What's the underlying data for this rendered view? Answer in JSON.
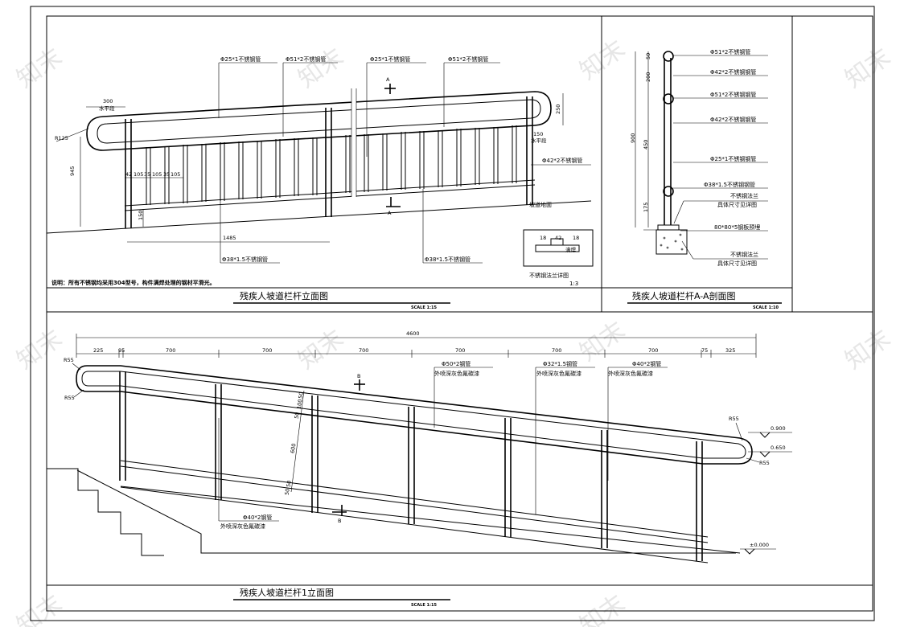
{
  "panels": {
    "top_left": {
      "title": "残疾人坡道栏杆立面图",
      "scale": "SCALE 1:15",
      "labels": {
        "tube_25_a": "Φ25*1不锈钢管",
        "tube_51_a": "Φ51*2不锈钢管",
        "tube_25_b": "Φ25*1不锈钢管",
        "tube_51_b": "Φ51*2不锈钢管",
        "tube_42": "Φ42*2不锈钢管",
        "tube_38_a": "Φ38*1.5不锈钢管",
        "tube_38_b": "Φ38*1.5不锈钢管",
        "ramp_surface": "坡道地面",
        "section_a_top": "A",
        "section_a_bottom": "A"
      },
      "dims": {
        "d300": "300",
        "horizontal_note_a": "水平段",
        "horizontal_note_b": "水平段",
        "r125": "R125",
        "d945": "945",
        "d250": "250",
        "d150_a": "150",
        "d150_b": "150",
        "d1485": "1485",
        "spacing": [
          "42",
          "105",
          "35",
          "105",
          "35",
          "105"
        ]
      },
      "note": "说明：所有不锈钢均采用304型号，构件满焊处理的钢材平滑光。",
      "detail": {
        "label": "不锈钢法兰详图",
        "scale": "1:3",
        "d18": "18",
        "d42": "42",
        "d18b": "18",
        "weld": "满焊"
      }
    },
    "top_right": {
      "title": "残疾人坡道栏杆A-A剖面图",
      "scale": "SCALE 1:10",
      "labels": [
        "Φ51*2不锈钢管",
        "Φ42*2不锈钢钢管",
        "Φ51*2不锈钢钢管",
        "Φ42*2不锈钢钢管",
        "Φ25*1不锈钢钢管",
        "Φ38*1.5不锈钢钢管",
        "不锈钢法兰",
        "具体尺寸见详图",
        "80*80*5钢板预埋",
        "不锈钢法兰",
        "具体尺寸见详图"
      ],
      "dims": {
        "d50": "50",
        "d200": "200",
        "d900": "900",
        "d450": "450",
        "d175": "175"
      }
    },
    "bottom": {
      "title": "残疾人坡道栏杆1立面图",
      "scale": "SCALE 1:15",
      "total": "4600",
      "segments": [
        "225",
        "95",
        "700",
        "700",
        "700",
        "700",
        "700",
        "700",
        "75",
        "325"
      ],
      "labels": {
        "tube_50": "Φ50*2钢管",
        "tube_50_paint": "外喷深灰色氟碳漆",
        "tube_32": "Φ32*1.5钢管",
        "tube_32_paint": "外喷深灰色氟碳漆",
        "tube_40_right": "Φ40*2钢管",
        "tube_40_right_paint": "外喷深灰色氟碳漆",
        "tube_40_left": "Φ40*2钢管",
        "tube_40_left_paint": "外喷深灰色氟碳漆",
        "section_b_top": "B",
        "section_b_bottom": "B"
      },
      "radii": {
        "r55_a": "R55",
        "r55_b": "R55",
        "r55_c": "R55",
        "r55_d": "R55"
      },
      "levels": [
        "0.900",
        "0.650",
        "±0.000"
      ],
      "inclined_dims": [
        "50",
        "100",
        "50",
        "600",
        "50",
        "50"
      ]
    }
  },
  "watermark": "知末"
}
